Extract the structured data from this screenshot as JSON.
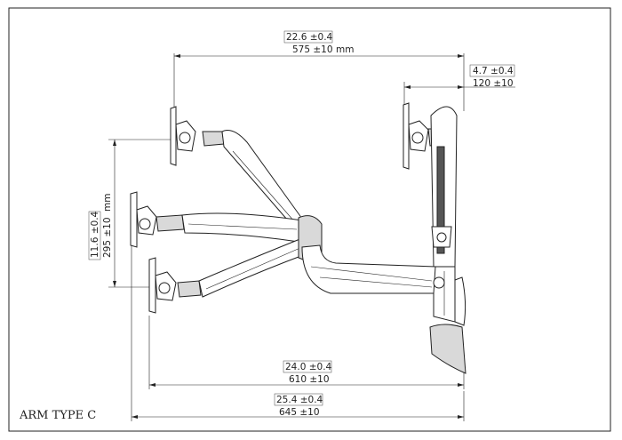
{
  "title": "ARM TYPE C",
  "dimensions": {
    "top_width": {
      "inch": "22.6 ±0.4",
      "mm": "575 ±10",
      "unit": "mm"
    },
    "wall_offset": {
      "inch": "4.7 ±0.4",
      "mm": "120 ±10"
    },
    "vertical": {
      "inch": "11.6 ±0.4",
      "mm": "295 ±10",
      "unit": "mm"
    },
    "reach_min": {
      "inch": "24.0 ±0.4",
      "mm": "610 ±10"
    },
    "reach_max": {
      "inch": "25.4 ±0.4",
      "mm": "645 ±10"
    }
  }
}
